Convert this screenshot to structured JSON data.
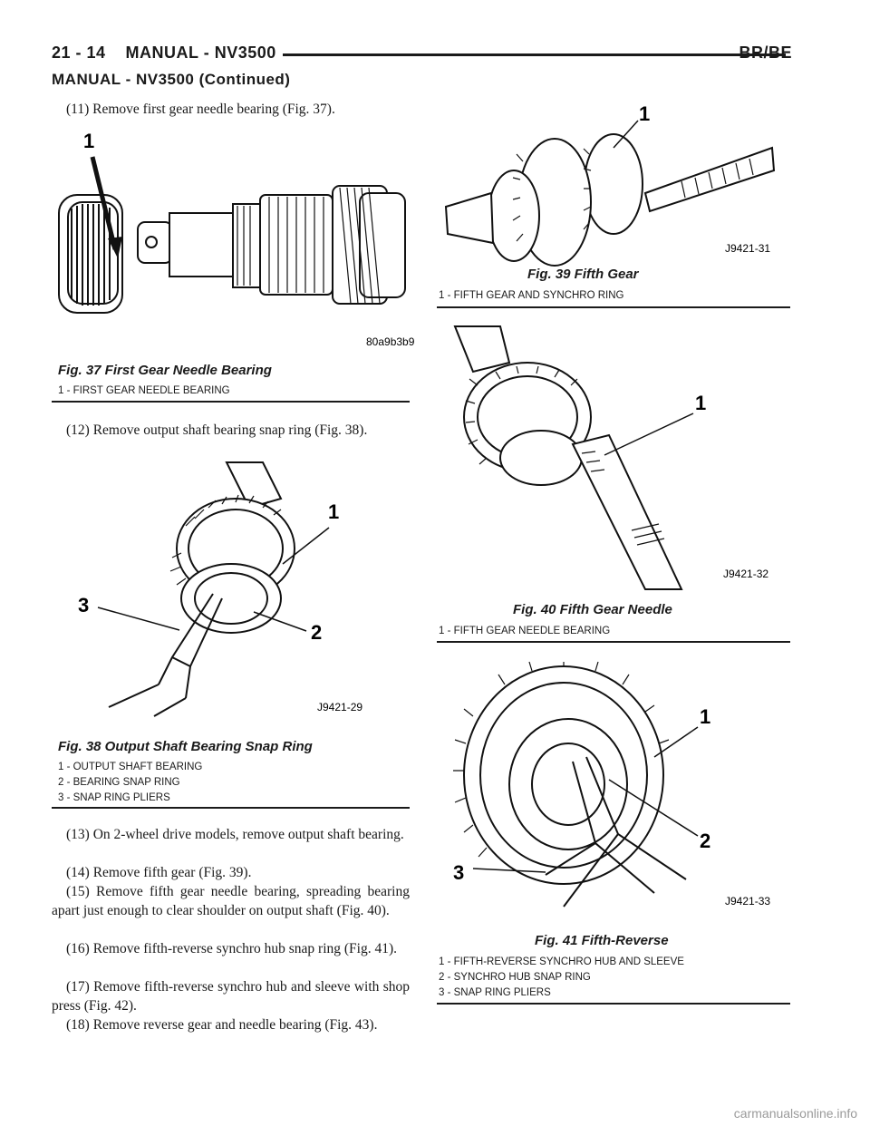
{
  "header": {
    "left": "21 - 14    MANUAL - NV3500",
    "right": "BR/BE"
  },
  "section_title": "MANUAL - NV3500 (Continued)",
  "left_column": {
    "p11": "(11) Remove first gear needle bearing (Fig. 37).",
    "p12": "(12) Remove output shaft bearing snap ring (Fig. 38).",
    "p13": "(13) On 2-wheel drive models, remove output shaft bearing.",
    "p14": "(14) Remove fifth gear (Fig. 39).",
    "p15": "(15) Remove fifth gear needle bearing, spreading bearing apart just enough to clear shoulder on output shaft (Fig. 40).",
    "p16": "(16) Remove fifth-reverse synchro hub snap ring (Fig. 41).",
    "p17": "(17) Remove fifth-reverse synchro hub and sleeve with shop press (Fig. 42).",
    "p18": "(18) Remove reverse gear and needle bearing (Fig. 43)."
  },
  "figures": {
    "fig37": {
      "callout": "1",
      "part_no": "80a9b3b9",
      "caption": "Fig. 37 First Gear Needle Bearing",
      "legend": [
        "1 - FIRST GEAR NEEDLE BEARING"
      ]
    },
    "fig38": {
      "callouts": [
        "1",
        "2",
        "3"
      ],
      "part_no": "J9421-29",
      "caption": "Fig. 38 Output Shaft Bearing Snap Ring",
      "legend": [
        "1 - OUTPUT SHAFT BEARING",
        "2 - BEARING SNAP RING",
        "3 - SNAP RING PLIERS"
      ]
    },
    "fig39": {
      "callout": "1",
      "part_no": "J9421-31",
      "caption": "Fig. 39 Fifth Gear",
      "legend": [
        "1 - FIFTH GEAR AND SYNCHRO RING"
      ]
    },
    "fig40": {
      "callout": "1",
      "part_no": "J9421-32",
      "caption": "Fig. 40 Fifth Gear Needle",
      "legend": [
        "1 - FIFTH GEAR NEEDLE BEARING"
      ]
    },
    "fig41": {
      "callouts": [
        "1",
        "2",
        "3"
      ],
      "part_no": "J9421-33",
      "caption": "Fig. 41 Fifth-Reverse",
      "legend": [
        "1 - FIFTH-REVERSE SYNCHRO HUB AND SLEEVE",
        "2 - SYNCHRO HUB SNAP RING",
        "3 - SNAP RING PLIERS"
      ]
    }
  },
  "watermark": "carmanualsonline.info"
}
